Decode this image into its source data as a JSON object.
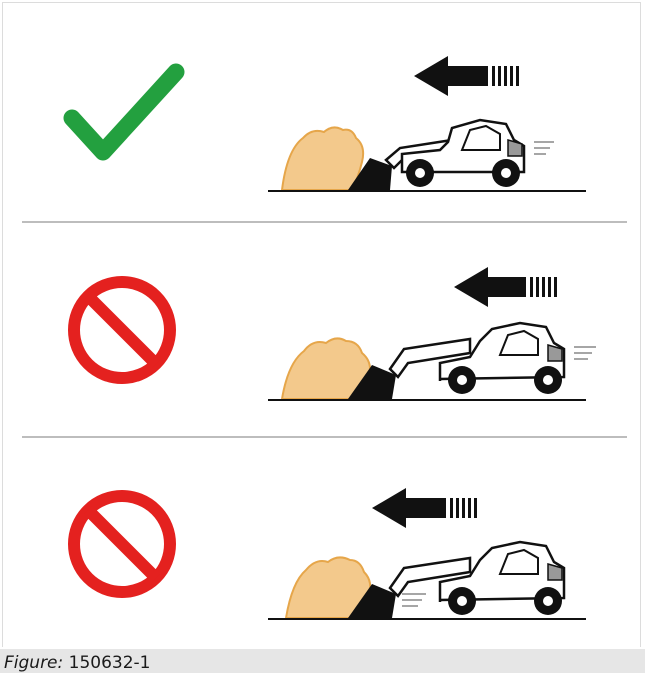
{
  "colors": {
    "check_green": "#23a03f",
    "prohibited_red": "#e4211f",
    "material_fill": "#f3c98c",
    "material_outline": "#e6a64a",
    "arrow_black": "#111111"
  },
  "panels": [
    {
      "status": "correct",
      "icon": "check-icon"
    },
    {
      "status": "prohibited",
      "icon": "prohibited-icon"
    },
    {
      "status": "prohibited",
      "icon": "prohibited-icon"
    }
  ],
  "caption": {
    "label": "Figure:",
    "number": " 150632-1"
  }
}
